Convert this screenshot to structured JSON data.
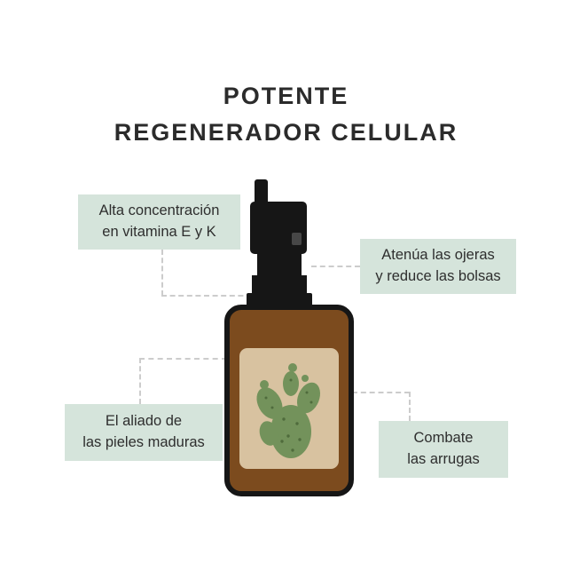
{
  "title": {
    "line1": "POTENTE",
    "line2": "REGENERADOR CELULAR"
  },
  "callouts": [
    {
      "id": "vitamina",
      "line1": "Alta concentración",
      "line2": "en vitamina E y K"
    },
    {
      "id": "ojeras",
      "line1": "Atenúa las ojeras",
      "line2": "y reduce las bolsas"
    },
    {
      "id": "pieles",
      "line1": "El aliado de",
      "line2": "las pieles maduras"
    },
    {
      "id": "arrugas",
      "line1": "Combate",
      "line2": "las arrugas"
    }
  ],
  "illustration": {
    "subject": "serum-pump-bottle",
    "label_icon": "prickly-pear-cactus-icon"
  },
  "colors": {
    "background": "#ffffff",
    "title_text": "#2b2b2b",
    "callout_bg": "#d5e4db",
    "callout_text": "#2e2e2e",
    "bottle_body": "#7c4b1e",
    "bottle_outline": "#161616",
    "pump_black": "#161616",
    "pump_highlight": "#474747",
    "label_bg": "#d8c2a0",
    "cactus_green": "#73925b",
    "cactus_dots": "#4f6b3c",
    "connector": "#cccccc"
  }
}
